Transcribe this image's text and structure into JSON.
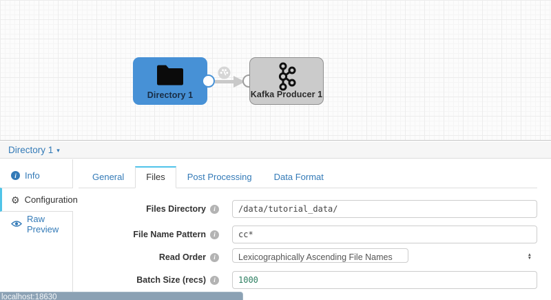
{
  "canvas": {
    "nodes": [
      {
        "label": "Directory 1",
        "icon": "folder-icon",
        "role": "origin"
      },
      {
        "label": "Kafka Producer 1",
        "icon": "kafka-icon",
        "role": "destination"
      }
    ]
  },
  "stage_header": {
    "selected_stage": "Directory 1"
  },
  "panel": {
    "sidebar": [
      {
        "label": "Info",
        "icon": "info-icon",
        "active": false
      },
      {
        "label": "Configuration",
        "icon": "gear-icon",
        "active": true
      },
      {
        "label": "Raw Preview",
        "icon": "eye-icon",
        "active": false
      }
    ],
    "tabs": [
      {
        "label": "General",
        "active": false
      },
      {
        "label": "Files",
        "active": true
      },
      {
        "label": "Post Processing",
        "active": false
      },
      {
        "label": "Data Format",
        "active": false
      }
    ],
    "form": {
      "fields": [
        {
          "label": "Files Directory",
          "value": "/data/tutorial_data/",
          "type": "text"
        },
        {
          "label": "File Name Pattern",
          "value": "cc*",
          "type": "text"
        },
        {
          "label": "Read Order",
          "value": "Lexicographically Ascending File Names",
          "type": "select"
        },
        {
          "label": "Batch Size (recs)",
          "value": "1000",
          "type": "number"
        }
      ]
    }
  },
  "status_bar": {
    "text": "localhost:18630"
  },
  "colors": {
    "origin_node_blue": "#4791d6",
    "destination_node_gray": "#cbcbcb",
    "active_accent_cyan": "#4fc3ea",
    "link_blue": "#337ab7",
    "number_value_green": "#2a7d5f",
    "status_bubble_blue_gray": "#8ba1b4"
  }
}
